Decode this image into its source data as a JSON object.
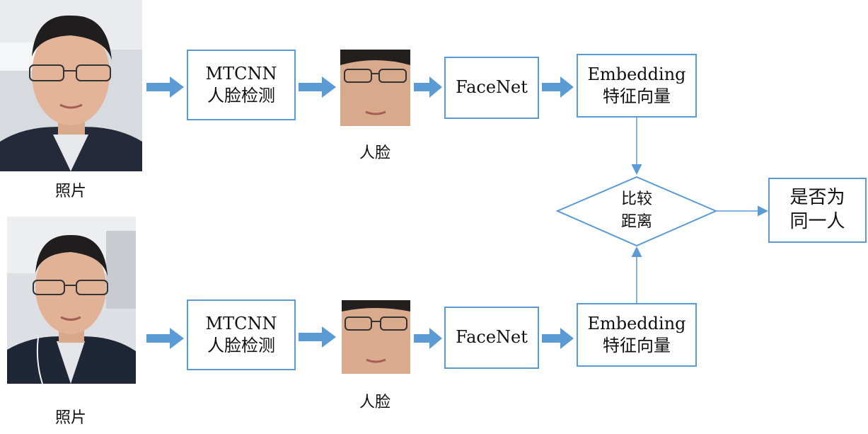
{
  "rows": [
    {
      "photo_label": "照片",
      "detector_line1": "MTCNN",
      "detector_line2": "人脸检测",
      "face_label": "人脸",
      "model_label": "FaceNet",
      "embedding_line1": "Embedding",
      "embedding_line2": "特征向量"
    },
    {
      "photo_label": "照片",
      "detector_line1": "MTCNN",
      "detector_line2": "人脸检测",
      "face_label": "人脸",
      "model_label": "FaceNet",
      "embedding_line1": "Embedding",
      "embedding_line2": "特征向量"
    }
  ],
  "compare": {
    "line1": "比较",
    "line2": "距离"
  },
  "result": {
    "line1": "是否为",
    "line2": "同一人"
  },
  "colors": {
    "box_border": "#5b9bd5",
    "arrow": "#5b9bd5"
  }
}
